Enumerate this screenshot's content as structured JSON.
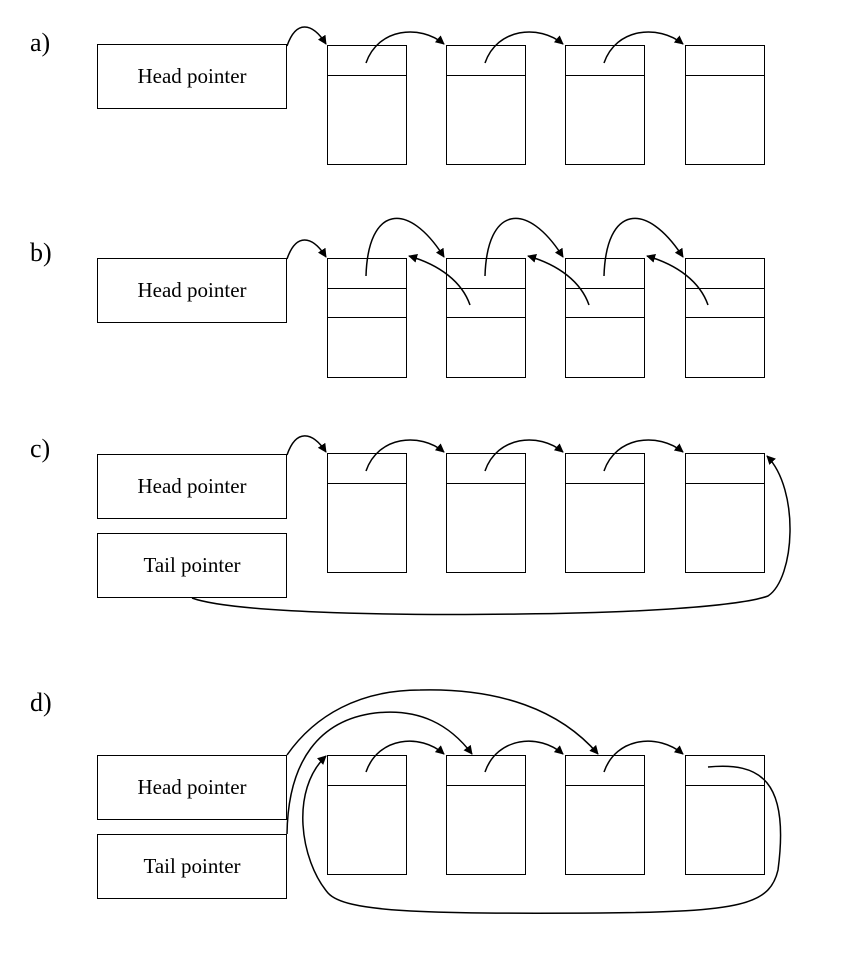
{
  "panels": [
    {
      "label": "a)",
      "pointers": [
        "Head pointer"
      ]
    },
    {
      "label": "b)",
      "pointers": [
        "Head pointer"
      ]
    },
    {
      "label": "c)",
      "pointers": [
        "Head pointer",
        "Tail pointer"
      ]
    },
    {
      "label": "d)",
      "pointers": [
        "Head pointer",
        "Tail pointer"
      ]
    }
  ],
  "colors": {
    "line": "#000000",
    "background": "#ffffff"
  }
}
